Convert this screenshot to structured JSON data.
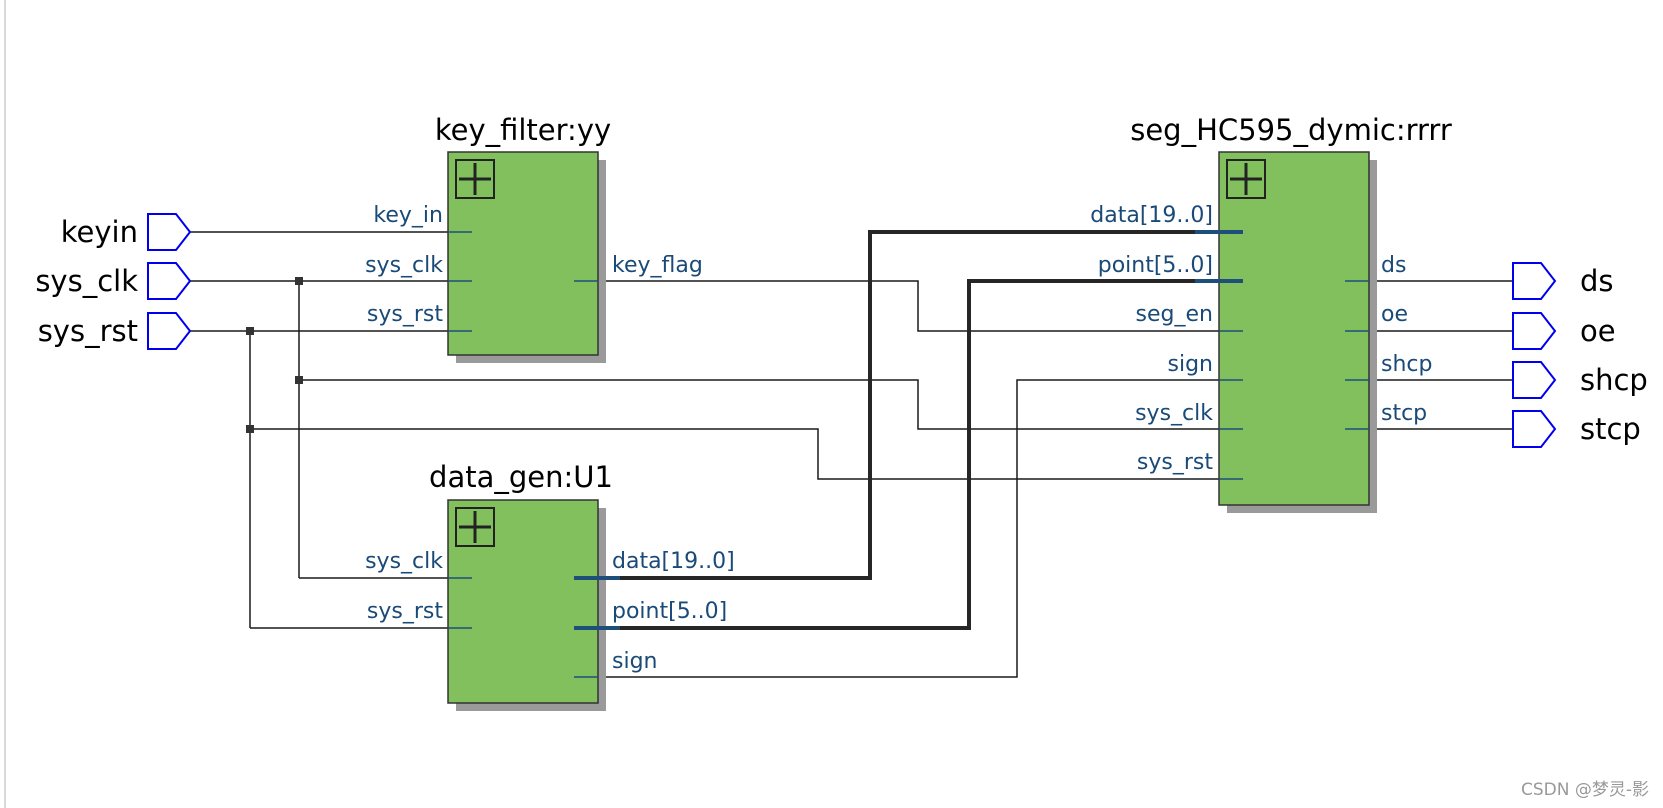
{
  "blocks": {
    "key_filter": {
      "title": "key_filter:yy",
      "pins": {
        "key_in": "key_in",
        "sys_clk": "sys_clk",
        "sys_rst": "sys_rst",
        "key_flag": "key_flag"
      }
    },
    "data_gen": {
      "title": "data_gen:U1",
      "pins": {
        "sys_clk": "sys_clk",
        "sys_rst": "sys_rst",
        "data": "data[19..0]",
        "point": "point[5..0]",
        "sign": "sign"
      }
    },
    "seg": {
      "title": "seg_HC595_dymic:rrrr",
      "pins": {
        "data": "data[19..0]",
        "point": "point[5..0]",
        "seg_en": "seg_en",
        "sign": "sign",
        "sys_clk": "sys_clk",
        "sys_rst": "sys_rst",
        "ds": "ds",
        "oe": "oe",
        "shcp": "shcp",
        "stcp": "stcp"
      }
    }
  },
  "inputs": {
    "keyin": "keyin",
    "sys_clk": "sys_clk",
    "sys_rst": "sys_rst"
  },
  "outputs": {
    "ds": "ds",
    "oe": "oe",
    "shcp": "shcp",
    "stcp": "stcp"
  },
  "watermark": "CSDN @梦灵-影",
  "colors": {
    "block_fill": "#82c05e",
    "port_outline": "#0000ee",
    "pin_label": "#1a4a78"
  },
  "icons": {
    "expand": "expand-plus-icon",
    "port": "io-port-icon"
  }
}
